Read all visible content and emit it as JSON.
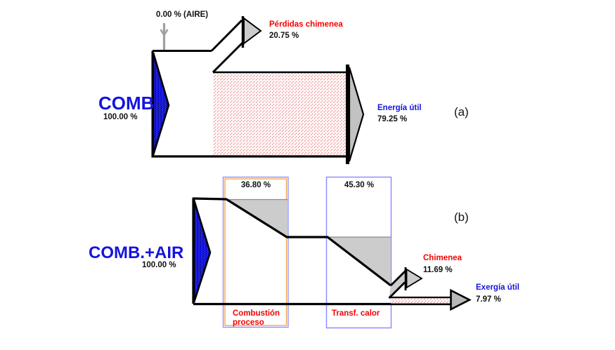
{
  "figure": {
    "colors": {
      "flow_outline": "#000000",
      "input_arrow_fill": "#1515dd",
      "loss_gray_fill": "#cccccc",
      "hatch_red": "#ee7070",
      "label_blue": "#1414e0",
      "label_red": "#f50000",
      "label_black": "#111111",
      "air_arrow_gray": "#a0a0a0",
      "process_box_border_outer": "#8888ff",
      "process_box_border_inner": "#eaa24c",
      "thin_gray_line": "#8a8a8a"
    },
    "diagram_a": {
      "tag": "(a)",
      "air_label": "0.00 % (AIRE)",
      "input_label": "COMB",
      "input_value": "100.00 %",
      "losses_label": "Pérdidas chimenea",
      "losses_value": "20.75 %",
      "output_label": "Energía útil",
      "output_value": "79.25 %"
    },
    "diagram_b": {
      "tag": "(b)",
      "input_label": "COMB.+AIR",
      "input_value": "100.00 %",
      "combustion_loss_value": "36.80 %",
      "transfer_loss_value": "45.30 %",
      "combustion_label_line1": "Combustión",
      "combustion_label_line2": "proceso",
      "transfer_label": "Transf. calor",
      "chimney_label": "Chimenea",
      "chimney_value": "11.69 %",
      "output_label": "Exergía útil",
      "output_value": "7.97 %"
    }
  }
}
